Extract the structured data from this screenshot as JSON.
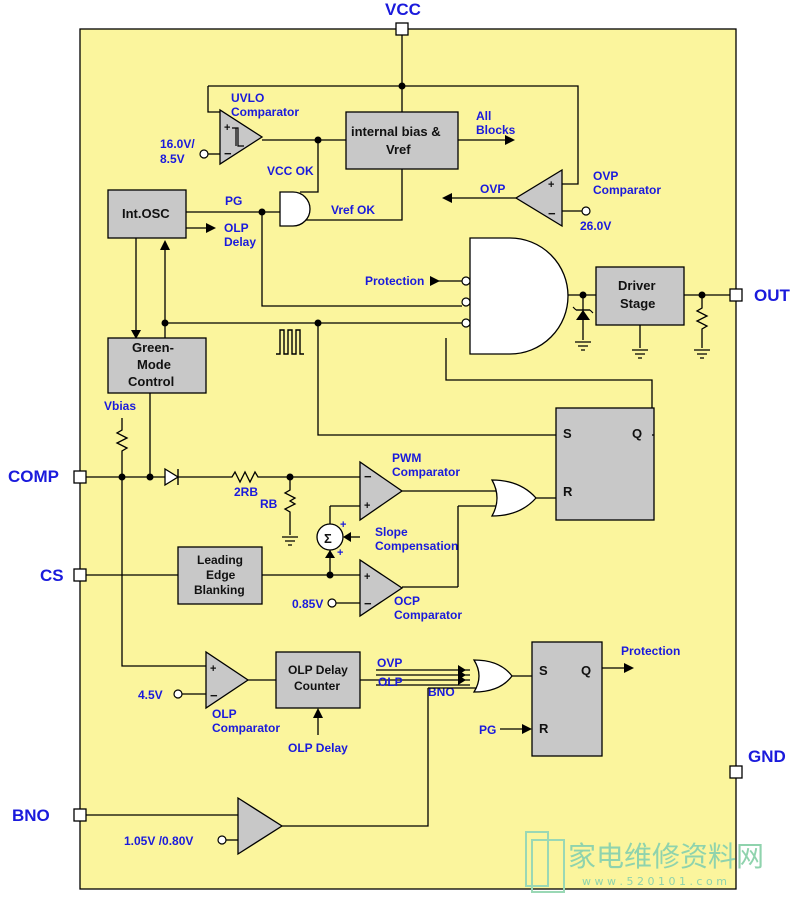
{
  "pins": {
    "vcc": "VCC",
    "out": "OUT",
    "comp": "COMP",
    "cs": "CS",
    "gnd": "GND",
    "bno": "BNO"
  },
  "blocks": {
    "internal_bias_line1": "internal bias &",
    "internal_bias_line2": "Vref",
    "int_osc": "Int.OSC",
    "driver_line1": "Driver",
    "driver_line2": "Stage",
    "green_line1": "Green-",
    "green_line2": "Mode",
    "green_line3": "Control",
    "leb_line1": "Leading",
    "leb_line2": "Edge",
    "leb_line3": "Blanking",
    "olp_counter_line1": "OLP Delay",
    "olp_counter_line2": "Counter",
    "sr_s": "S",
    "sr_q": "Q",
    "sr_r": "R",
    "sum_symbol": "Σ"
  },
  "labels": {
    "uvlo_1": "UVLO",
    "uvlo_2": "Comparator",
    "uvlo_th_1": "16.0V/",
    "uvlo_th_2": "8.5V",
    "all_blocks_1": "All",
    "all_blocks_2": "Blocks",
    "vcc_ok": "VCC OK",
    "vref_ok": "Vref OK",
    "pg": "PG",
    "olp_delay_1": "OLP",
    "olp_delay_2": "Delay",
    "ovp": "OVP",
    "ovp_comp_1": "OVP",
    "ovp_comp_2": "Comparator",
    "ovp_th": "26.0V",
    "protection": "Protection",
    "vbias": "Vbias",
    "r2rb": "2RB",
    "rb": "RB",
    "pwm_1": "PWM",
    "pwm_2": "Comparator",
    "slope_1": "Slope",
    "slope_2": "Compensation",
    "ocp_th": "0.85V",
    "ocp_1": "OCP",
    "ocp_2": "Comparator",
    "olp_th": "4.5V",
    "olp_comp_1": "OLP",
    "olp_comp_2": "Comparator",
    "olp_delay_in": "OLP Delay",
    "ovp_in": "OVP",
    "olp_in": "OLP",
    "bno_in": "BNO",
    "protection_out": "Protection",
    "pg_in": "PG",
    "bno_th": "1.05V /0.80V"
  },
  "watermark": {
    "text": "家电维修资料网",
    "url": "w w w . 5 2 0 1 0 1 . c o m"
  }
}
